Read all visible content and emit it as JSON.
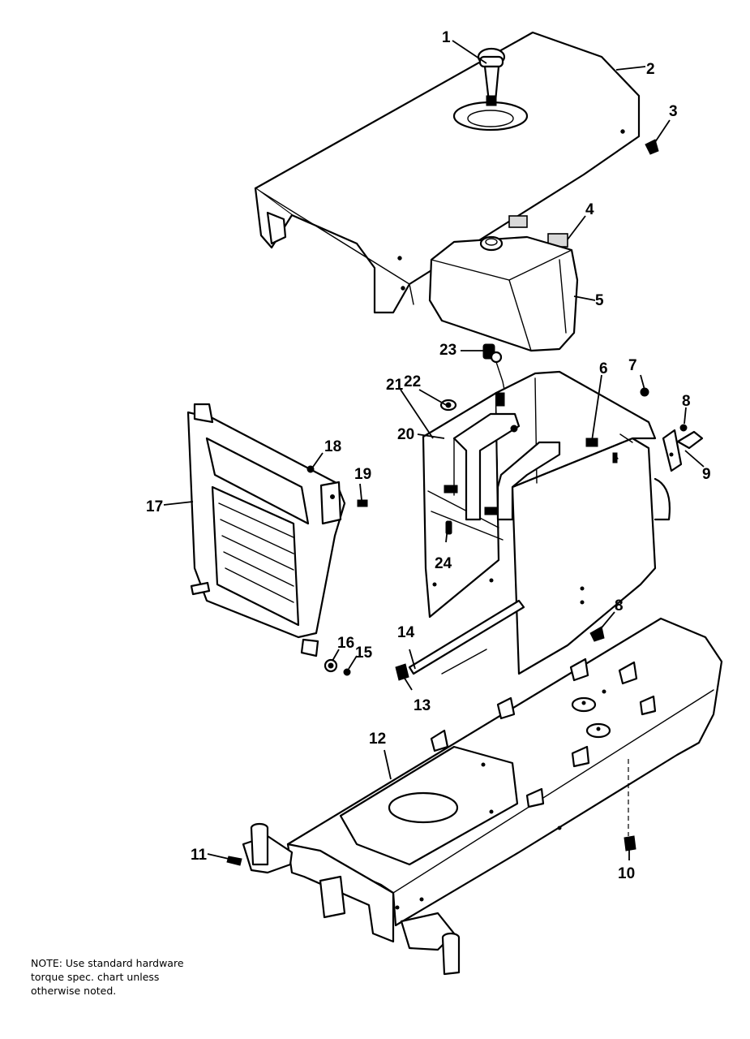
{
  "callouts": [
    "1",
    "2",
    "3",
    "4",
    "5",
    "6",
    "7",
    "8",
    "9",
    "10",
    "11",
    "12",
    "13",
    "14",
    "15",
    "16",
    "17",
    "18",
    "19",
    "20",
    "21",
    "22",
    "23",
    "24"
  ],
  "callout_8_second": "8",
  "note": {
    "line1": "NOTE:  Use standard hardware",
    "line2": "torque spec. chart unless",
    "line3": "otherwise noted."
  },
  "colors": {
    "ink": "#000000",
    "paper": "#ffffff"
  }
}
